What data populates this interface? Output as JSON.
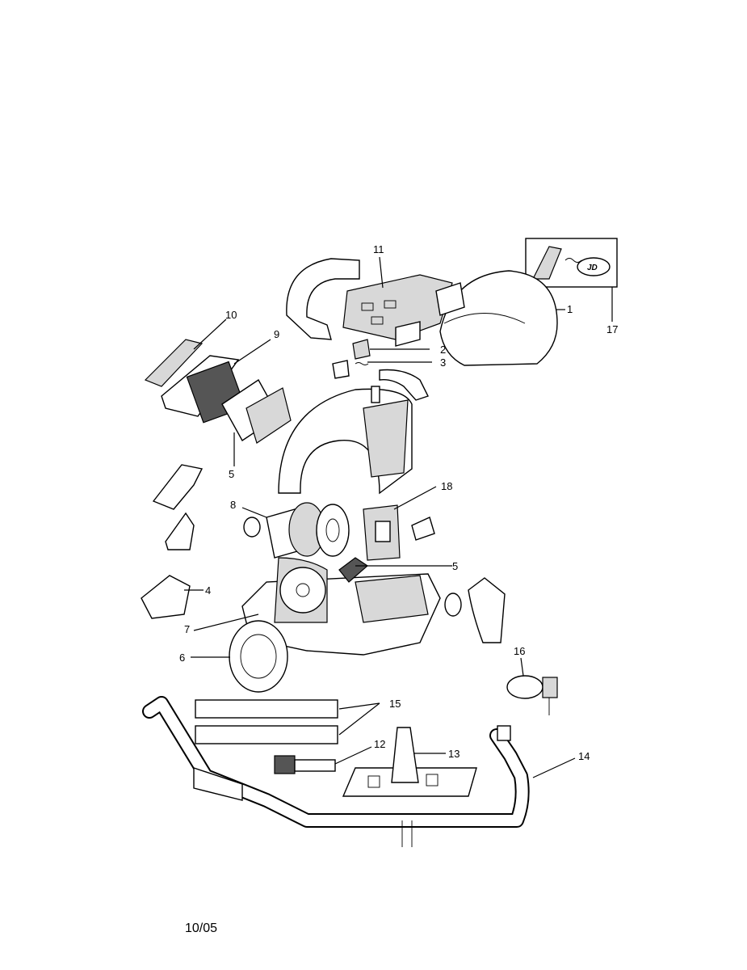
{
  "callouts": {
    "c1": "1",
    "c2": "2",
    "c3": "3",
    "c4": "4",
    "c5a": "5",
    "c5b": "5",
    "c6": "6",
    "c7": "7",
    "c8": "8",
    "c9": "9",
    "c10": "10",
    "c11": "11",
    "c12": "12",
    "c13": "13",
    "c14": "14",
    "c15": "15",
    "c16": "16",
    "c17": "17",
    "c18": "18"
  },
  "footer": {
    "date": "10/05"
  }
}
